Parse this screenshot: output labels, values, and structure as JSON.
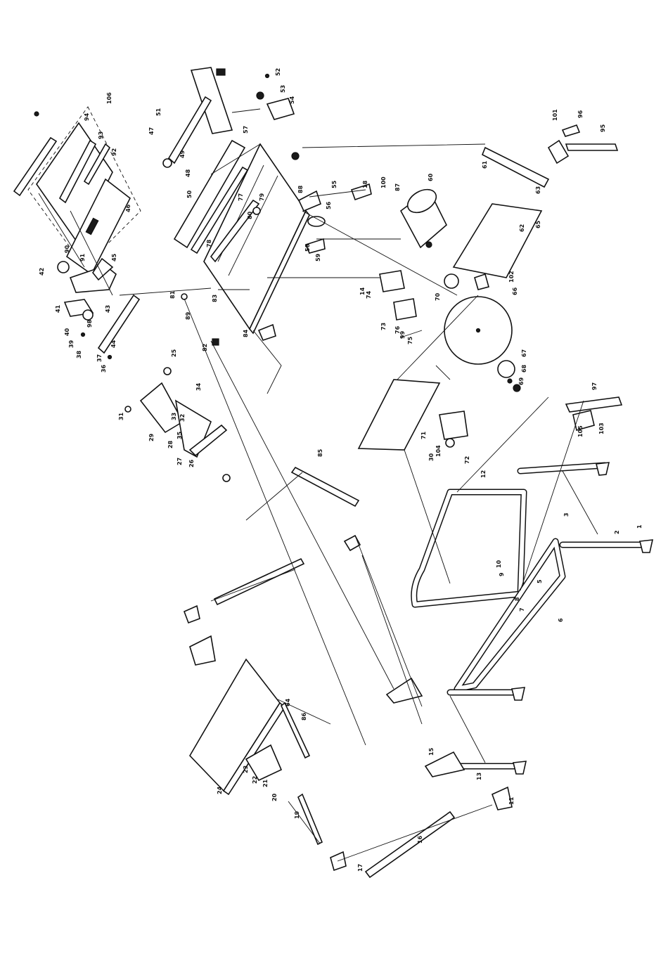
{
  "labels": {
    "l1": "1",
    "l2": "2",
    "l3": "3",
    "l5": "5",
    "l6": "6",
    "l7": "7",
    "l8": "8",
    "l9": "9",
    "l10": "10",
    "l11": "11",
    "l12": "12",
    "l13": "13",
    "l15": "15",
    "l16": "16",
    "l17": "17",
    "l19": "19",
    "l20": "20",
    "l21": "21",
    "l22": "22",
    "l23": "23",
    "l24": "24",
    "l25": "25",
    "l26": "26",
    "l27": "27",
    "l28": "28",
    "l29": "29",
    "l30": "30",
    "l31": "31",
    "l32": "32",
    "l33": "33",
    "l34": "34",
    "l35": "35",
    "l36": "36",
    "l37": "37",
    "l38": "38",
    "l39": "39",
    "l40": "40",
    "l41": "41",
    "l42": "42",
    "l43": "43",
    "l44": "44",
    "l45": "45",
    "l46": "46",
    "l47": "47",
    "l48": "48",
    "l49": "49",
    "l50": "50",
    "l51": "51",
    "l52": "52",
    "l53": "53",
    "l54": "54",
    "l55": "55",
    "l56": "56",
    "l57": "57",
    "l58": "58",
    "l59": "59",
    "l60": "60",
    "l61": "61",
    "l62": "62",
    "l63": "63",
    "l64": "64",
    "l65": "65",
    "l66": "66",
    "l67": "67",
    "l68": "68",
    "l69": "69",
    "l70": "70",
    "l71": "71",
    "l72": "72",
    "l73": "73",
    "l74": "74",
    "l75": "75",
    "l76": "76",
    "l77": "77",
    "l78": "78",
    "l79": "79",
    "l80": "80",
    "l81": "81",
    "l82": "82",
    "l83": "83",
    "l84": "84",
    "l85": "85",
    "l86": "86",
    "l87": "87",
    "l88": "88",
    "l89": "89",
    "l90": "90",
    "l91": "91",
    "l92": "92",
    "l93": "93",
    "l94": "94",
    "l95": "95",
    "l96": "96",
    "l97": "97",
    "l98": "98",
    "l99": "99",
    "l100": "100",
    "l101": "101",
    "l102": "102",
    "l103": "103",
    "l104": "104",
    "l105": "105",
    "l106": "106",
    "l18": "18",
    "l14": "14"
  }
}
